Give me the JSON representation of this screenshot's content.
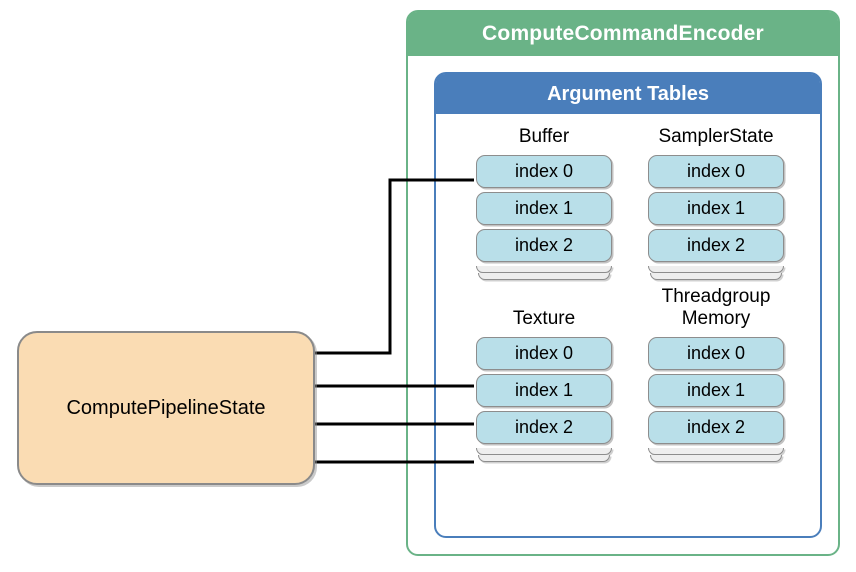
{
  "diagram": {
    "title": "ComputeCommandEncoder argument tables",
    "encoder": {
      "header_label": "ComputeCommandEncoder",
      "header_color": "#6ab387",
      "border_color": "#6ab387"
    },
    "argument_tables": {
      "header_label": "Argument Tables",
      "header_color": "#4a7ebb",
      "border_color": "#4a7ebb",
      "groups": [
        {
          "id": "buffer",
          "label": "Buffer",
          "position": "top-left",
          "slots": [
            "index 0",
            "index 1",
            "index 2"
          ],
          "has_more_indicator": true
        },
        {
          "id": "sampler-state",
          "label": "SamplerState",
          "position": "top-right",
          "slots": [
            "index 0",
            "index 1",
            "index 2"
          ],
          "has_more_indicator": true
        },
        {
          "id": "texture",
          "label": "Texture",
          "position": "bottom-left",
          "slots": [
            "index 0",
            "index 1",
            "index 2"
          ],
          "has_more_indicator": true
        },
        {
          "id": "threadgroup-memory",
          "label": "Threadgroup\nMemory",
          "position": "bottom-right",
          "slots": [
            "index 0",
            "index 1",
            "index 2"
          ],
          "has_more_indicator": true
        }
      ]
    },
    "pipeline_state": {
      "label": "ComputePipelineState",
      "fill_color": "#fadcb3",
      "border_color": "#8a8a8a"
    },
    "connections": [
      {
        "from": "ComputePipelineState",
        "to": "Buffer index 0"
      },
      {
        "from": "ComputePipelineState",
        "to": "Texture index 0"
      },
      {
        "from": "ComputePipelineState",
        "to": "Texture index 1"
      },
      {
        "from": "ComputePipelineState",
        "to": "Texture index 2"
      }
    ],
    "slot_fill_color": "#b9dfe9",
    "slot_border_color": "#8d8d8d"
  }
}
